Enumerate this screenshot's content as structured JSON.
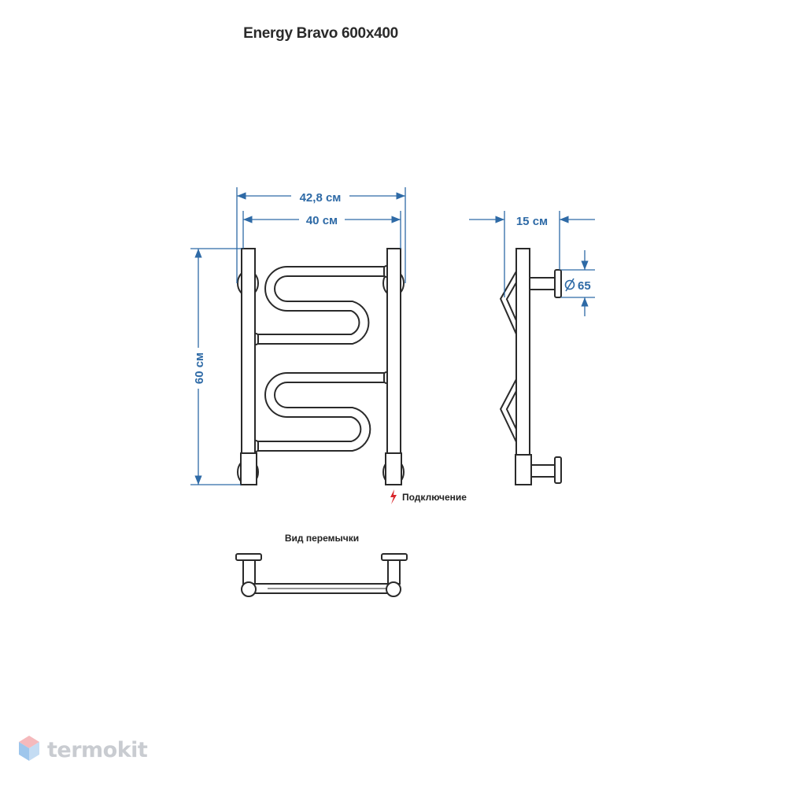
{
  "title": "Energy Bravo 600x400",
  "dimensions": {
    "width_outer": "42,8 см",
    "width_inner": "40 см",
    "height": "60 см",
    "depth": "15 см",
    "diameter": "65"
  },
  "labels": {
    "connection": "Подключение",
    "jumper_view": "Вид перемычки"
  },
  "brand": {
    "name": "termokit"
  },
  "colors": {
    "dimension": "#2e6aa6",
    "line": "#2a2a2a",
    "connection_mark": "#d8262b",
    "logo": "#c9ccd1"
  }
}
